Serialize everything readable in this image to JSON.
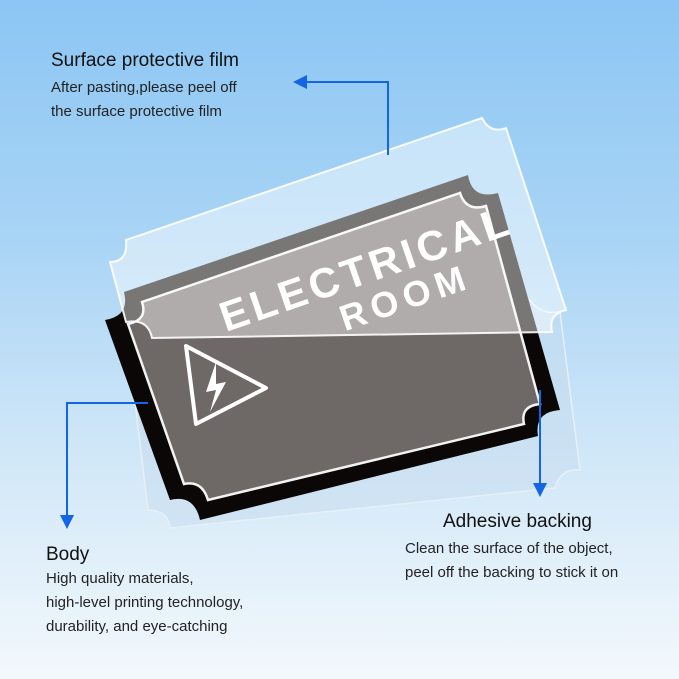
{
  "callouts": {
    "film": {
      "title": "Surface protective film",
      "lines": [
        "After pasting,please peel off",
        "the surface protective film"
      ]
    },
    "body": {
      "title": "Body",
      "lines": [
        "High quality materials,",
        "high-level printing technology,",
        "durability, and eye-catching"
      ]
    },
    "adhesive": {
      "title": "Adhesive backing",
      "lines": [
        "Clean the surface of the object,",
        "peel off the backing to stick it on"
      ]
    }
  },
  "sign": {
    "line1": "ELECTRICAL",
    "line2": "ROOM",
    "icon": "high-voltage-warning-icon"
  },
  "colors": {
    "arrow": "#1464e6",
    "sign_body": "#0c0707",
    "sign_face": "#6e6866"
  }
}
